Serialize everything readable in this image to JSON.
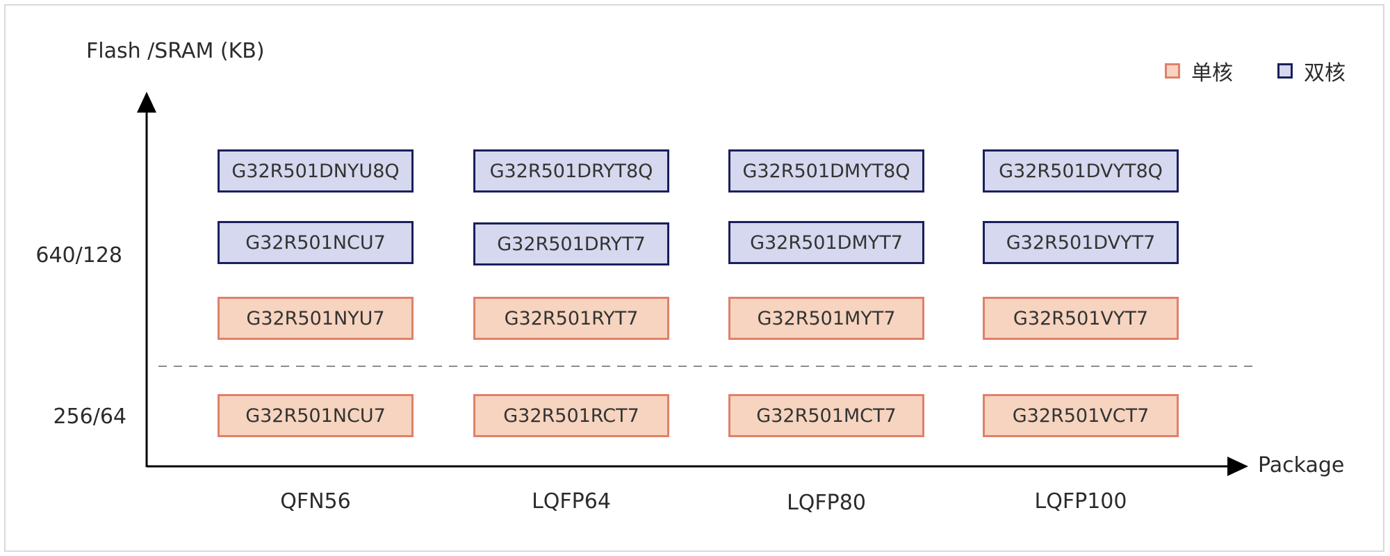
{
  "axes": {
    "y_title": "Flash /SRAM (KB)",
    "x_title": "Package",
    "y_ticks": [
      "640/128",
      "256/64"
    ],
    "x_ticks": [
      "QFN56",
      "LQFP64",
      "LQFP80",
      "LQFP100"
    ]
  },
  "legend": {
    "single_label": "单核",
    "dual_label": "双核"
  },
  "colors": {
    "single_fill": "#f6d4bf",
    "single_border": "#e0806a",
    "dual_fill": "#d5d8ee",
    "dual_border": "#1a1f5c",
    "axis": "#000000",
    "divider": "#8c8c8c"
  },
  "rows": [
    {
      "type": "dual",
      "memory": "640/128",
      "parts": [
        "G32R501DNYU8Q",
        "G32R501DRYT8Q",
        "G32R501DMYT8Q",
        "G32R501DVYT8Q"
      ]
    },
    {
      "type": "dual",
      "memory": "640/128",
      "parts": [
        "G32R501NCU7",
        "G32R501DRYT7",
        "G32R501DMYT7",
        "G32R501DVYT7"
      ]
    },
    {
      "type": "single",
      "memory": "640/128",
      "parts": [
        "G32R501NYU7",
        "G32R501RYT7",
        "G32R501MYT7",
        "G32R501VYT7"
      ]
    },
    {
      "type": "single",
      "memory": "256/64",
      "parts": [
        "G32R501NCU7",
        "G32R501RCT7",
        "G32R501MCT7",
        "G32R501VCT7"
      ]
    }
  ]
}
